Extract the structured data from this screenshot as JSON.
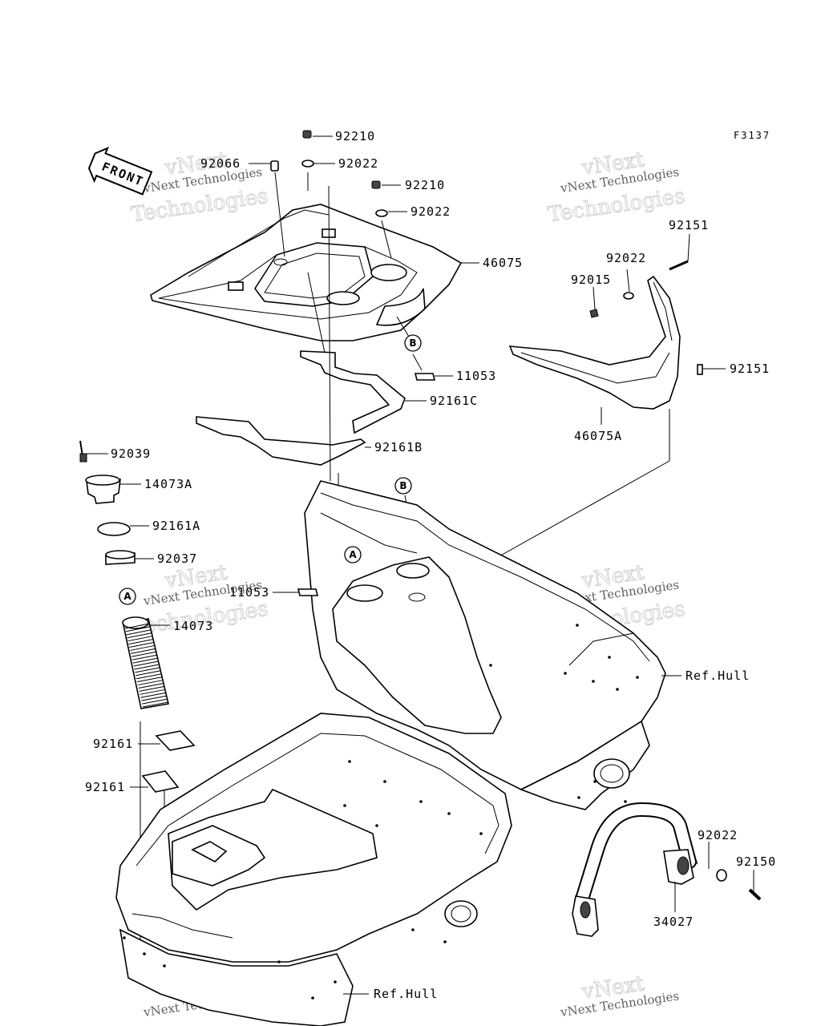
{
  "figure_code": "F3137",
  "front_label": "FRONT",
  "watermark": {
    "line1": "vNext Technologies",
    "line2": "vNext",
    "line3": "Technologies"
  },
  "callouts": {
    "A": "A",
    "B": "B"
  },
  "parts": {
    "p92210_top": "92210",
    "p92022_top": "92022",
    "p92066": "92066",
    "p92210_mid": "92210",
    "p92022_mid": "92022",
    "p46075": "46075",
    "p11053_upper": "11053",
    "p92161C": "92161C",
    "p92161B": "92161B",
    "p92151_top": "92151",
    "p92022_right": "92022",
    "p92015": "92015",
    "p92151_right": "92151",
    "p46075A": "46075A",
    "p92039": "92039",
    "p14073A": "14073A",
    "p92161A": "92161A",
    "p92037": "92037",
    "p11053_lower": "11053",
    "p14073": "14073",
    "ref_hull_upper": "Ref.Hull",
    "p92161_a": "92161",
    "p92161_b": "92161",
    "p92022_bottom": "92022",
    "p92150": "92150",
    "p34027": "34027",
    "ref_hull_lower": "Ref.Hull"
  }
}
